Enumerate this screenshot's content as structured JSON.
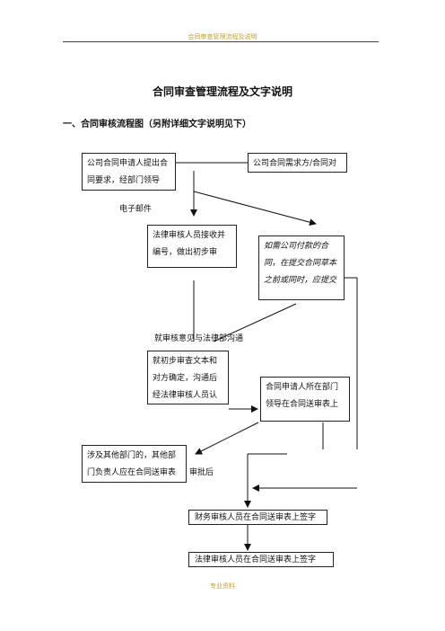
{
  "header": {
    "text": "合同审查管理流程及说明",
    "color": "#c9a227"
  },
  "title": "合同审查管理流程及文字说明",
  "section_heading": "一、合同审核流程图（另附详细文字说明见下）",
  "boxes": {
    "applicant": "公司合同申请人提出合同要求，经部门领导（按",
    "counterparty": "公司合同需求方/合同对方",
    "legal_review": "法律审核人员接收并编号，做出初步审",
    "payment_note": "如需公司付款的合同，在提交合同草本之前或同时，应提交",
    "initial_review": "就初步审查文本和对方确定，沟通后经法律审核人员认可",
    "dept_sign": "合同申请人所在部门领导在合同送审表上",
    "other_depts": "涉及其他部门的，其他部门负责人应在合同送审表上",
    "finance_sign": "财务审核人员在合同送审表上签字",
    "legal_sign": "法律审核人员在合同送审表上签字"
  },
  "labels": {
    "email": "电子邮件",
    "feedback": "就审核意见与法律部沟通",
    "approval": "审批后"
  },
  "footer": {
    "text": "专业资料"
  }
}
